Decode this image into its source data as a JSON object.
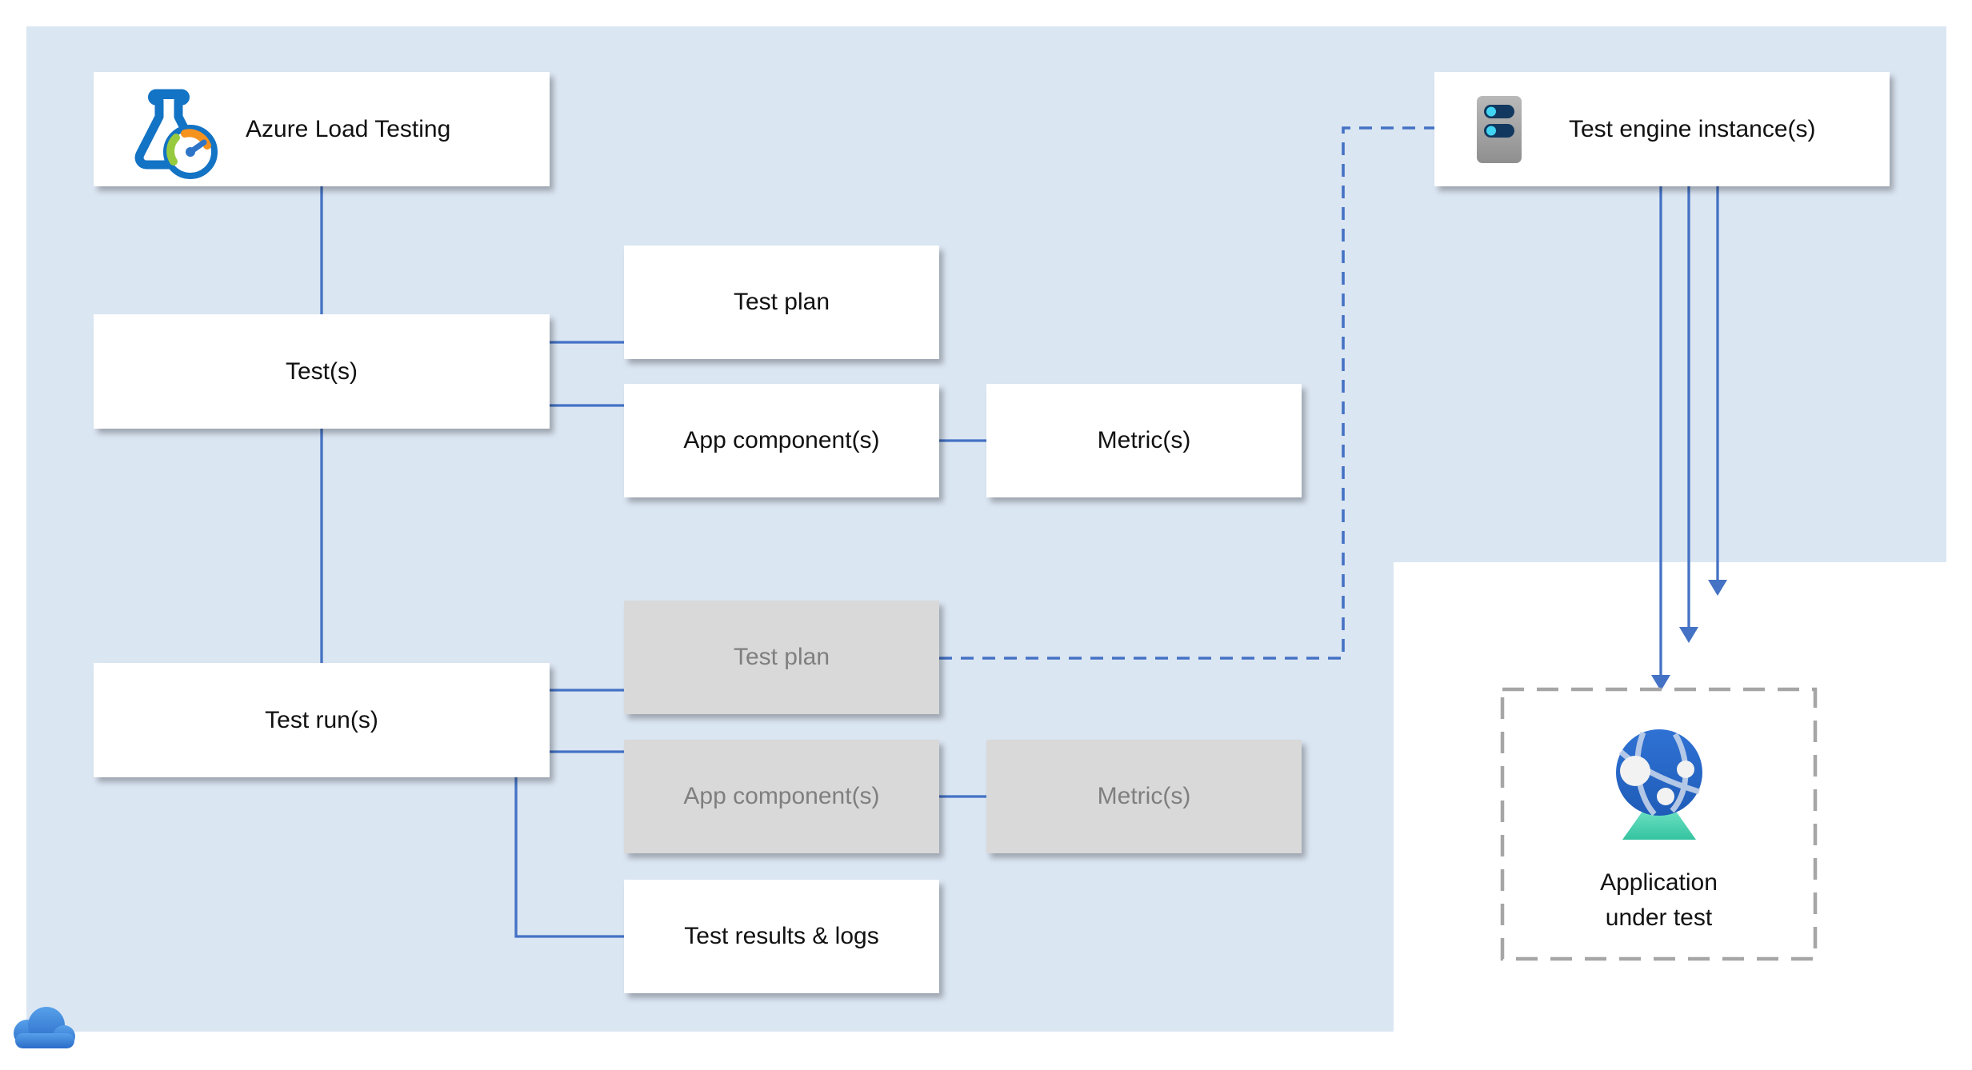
{
  "colors": {
    "background_blue": "#dbe6f3",
    "accent_blue": "#4472c4",
    "box_white": "#ffffff",
    "box_gray": "#d9d9d9",
    "gray_label_text": "#7f7f7f",
    "black_label_text": "#111111",
    "dashed_border_gray": "#a6a6a6",
    "cloud_blue": "#3b7fd6",
    "teal_base": "#3ecbaa"
  },
  "nodes": {
    "azure_load_testing": {
      "label": "Azure Load Testing",
      "icon": "load-testing-flask-gauge-icon"
    },
    "tests": {
      "label": "Test(s)"
    },
    "test_plan": {
      "label": "Test plan"
    },
    "app_components": {
      "label": "App component(s)"
    },
    "metrics": {
      "label": "Metric(s)"
    },
    "test_runs": {
      "label": "Test run(s)"
    },
    "run_test_plan": {
      "label": "Test plan"
    },
    "run_app_components": {
      "label": "App component(s)"
    },
    "run_metrics": {
      "label": "Metric(s)"
    },
    "test_results": {
      "label": "Test results & logs"
    },
    "test_engine": {
      "label": "Test engine instance(s)",
      "icon": "server-icon"
    },
    "application_under_test": {
      "label_line1": "Application",
      "label_line2": "under test",
      "icon": "globe-icon"
    }
  },
  "edges": [
    {
      "from": "azure_load_testing",
      "to": "tests",
      "style": "solid"
    },
    {
      "from": "tests",
      "to": "test_plan",
      "style": "solid"
    },
    {
      "from": "tests",
      "to": "app_components",
      "style": "solid"
    },
    {
      "from": "app_components",
      "to": "metrics",
      "style": "solid"
    },
    {
      "from": "tests",
      "to": "test_runs",
      "style": "solid"
    },
    {
      "from": "test_runs",
      "to": "run_test_plan",
      "style": "solid"
    },
    {
      "from": "test_runs",
      "to": "run_app_components",
      "style": "solid"
    },
    {
      "from": "run_app_components",
      "to": "run_metrics",
      "style": "solid"
    },
    {
      "from": "test_runs",
      "to": "test_results",
      "style": "solid-elbow"
    },
    {
      "from": "run_test_plan",
      "to": "test_engine",
      "style": "dashed"
    },
    {
      "from": "test_engine",
      "to": "application_under_test",
      "style": "arrows-x3"
    }
  ]
}
